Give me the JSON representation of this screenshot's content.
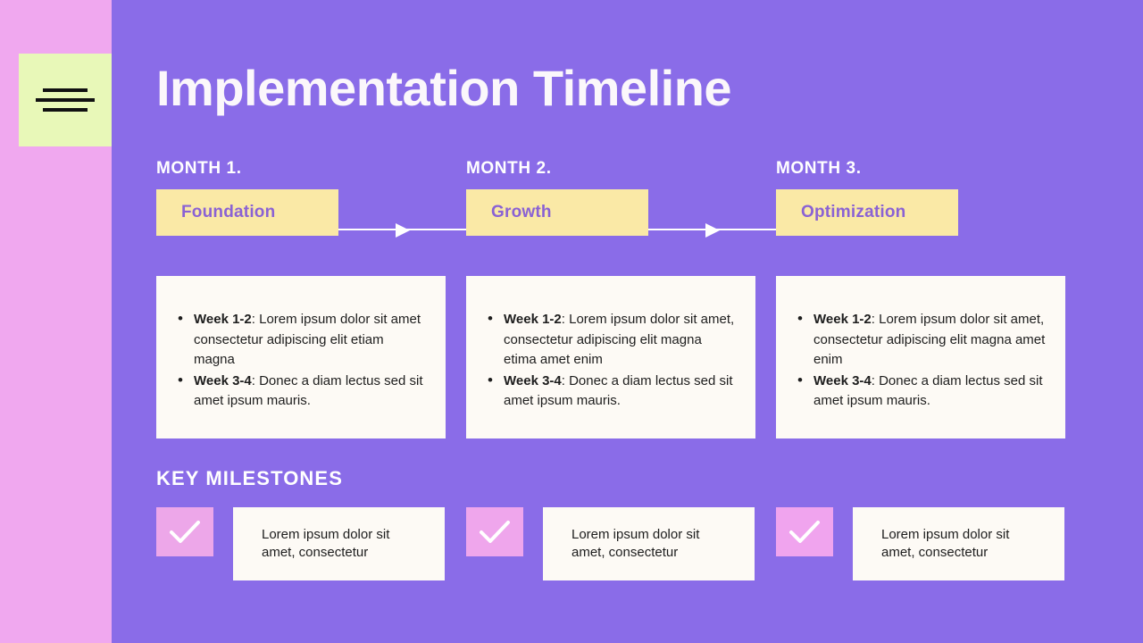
{
  "slide": {
    "title": "Implementation Timeline",
    "logo_icon": "three-lines-menu-icon"
  },
  "theme": {
    "background_purple": "#8a6ce8",
    "sidebar_pink": "#f0a8ef",
    "logo_tile_green": "#e8f8b8",
    "phase_yellow": "#fae9a6",
    "phase_text_purple": "#8a62d4",
    "card_cream": "#fdfaf5",
    "checkbox_pink_1": "#eda7e9",
    "checkbox_pink_2": "#efa6ec",
    "checkbox_pink_3": "#f0a4ee",
    "text_white": "#ffffff",
    "text_dark": "#1d1d1d"
  },
  "timeline": {
    "phases": [
      {
        "month_label": "MONTH 1.",
        "phase_name": "Foundation",
        "bullets": [
          {
            "lead": "Week 1-2",
            "text": ": Lorem ipsum dolor sit amet consectetur adipiscing elit etiam magna"
          },
          {
            "lead": "Week 3-4",
            "text": ": Donec a diam lectus sed sit amet ipsum mauris."
          }
        ]
      },
      {
        "month_label": "MONTH 2.",
        "phase_name": "Growth",
        "bullets": [
          {
            "lead": "Week 1-2",
            "text": ": Lorem ipsum dolor sit amet, consectetur adipiscing elit magna etima amet enim"
          },
          {
            "lead": "Week 3-4",
            "text": ": Donec a diam lectus sed sit amet ipsum mauris."
          }
        ]
      },
      {
        "month_label": "MONTH 3.",
        "phase_name": "Optimization",
        "bullets": [
          {
            "lead": "Week 1-2",
            "text": ": Lorem ipsum dolor sit amet, consectetur adipiscing elit magna amet enim"
          },
          {
            "lead": "Week 3-4",
            "text": ": Donec a diam lectus sed sit amet ipsum mauris."
          }
        ]
      }
    ],
    "connector_icon": "arrow-right-icon"
  },
  "milestones": {
    "heading": "KEY MILESTONES",
    "items": [
      {
        "checked_icon": "checkmark-icon",
        "text": "Lorem ipsum dolor sit amet, consectetur"
      },
      {
        "checked_icon": "checkmark-icon",
        "text": "Lorem ipsum dolor sit amet, consectetur"
      },
      {
        "checked_icon": "checkmark-icon",
        "text": "Lorem ipsum dolor sit amet, consectetur"
      }
    ]
  }
}
